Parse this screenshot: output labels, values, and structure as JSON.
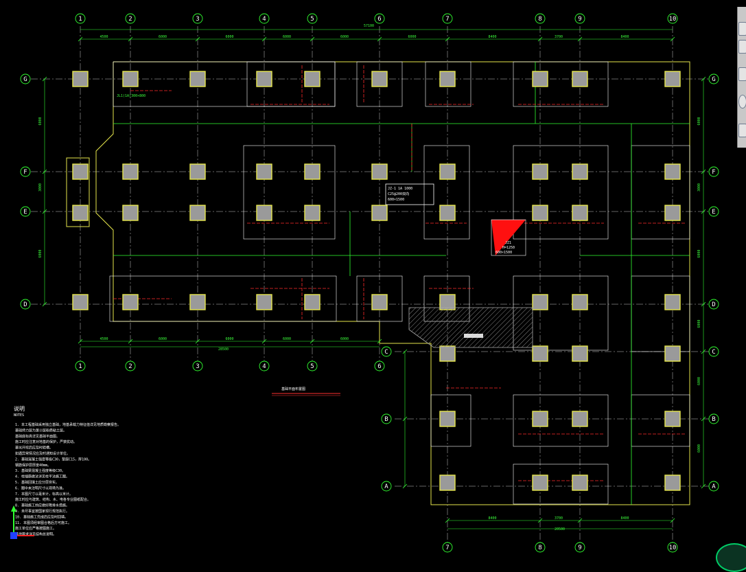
{
  "drawing": {
    "title_text": "基础平面布置图",
    "notes_heading": "说明",
    "notes_sub": "NOTES",
    "notes": [
      "1. 本工程基础采用独立基础，地基承载力特征值详见地质勘察报告。",
      "   基础持力层为第②层粉质粘土层。",
      "   基础底标高详见基础平面图。",
      "   施工时应注意对地基的保护，严禁扰动。",
      "   基坑开挖后应及时验槽。",
      "   如遇异常情况应及时通知设计单位。",
      "2. 基础混凝土强度等级C30，垫层C15，厚100。",
      "   钢筋保护层厚度40mm。",
      "3. 基础梁混凝土强度等级C30。",
      "4. 柱插筋做法详见柱平法施工图。",
      "5. 基础回填土应分层夯实。",
      "6. 图中未注明尺寸以现场为准。",
      "7. 本图尺寸以毫米计，标高以米计。",
      "   施工时应与建筑、结构、水、电各专业图纸配合。",
      "8. 基础施工前应做好降排水措施。",
      "9. 未尽事宜按国家现行规范执行。",
      "10. 基础施工完成后应及时回填。",
      "11. 本图须经审图合格后方可施工。",
      "   施工单位应严格按图施工。",
      "   其他要求详见结构总说明。"
    ],
    "top_axes": [
      "1",
      "2",
      "3",
      "4",
      "5",
      "6",
      "7",
      "8",
      "9",
      "10"
    ],
    "left_axes": [
      "G",
      "F",
      "E",
      "D"
    ],
    "right_axes": [
      "G",
      "F",
      "E",
      "D",
      "C",
      "B",
      "A"
    ],
    "mid_axes": [
      "C",
      "B",
      "A"
    ],
    "bottom_axes_left": [
      "1",
      "2",
      "3",
      "4",
      "5",
      "6"
    ],
    "bottom_axes_right": [
      "7",
      "8",
      "9",
      "10"
    ],
    "overall_dim": "57100",
    "dims_top": [
      "4500",
      "6000",
      "6000",
      "6000",
      "6000",
      "6000",
      "8400",
      "3700",
      "8400"
    ],
    "dims_bottom": [
      "4500",
      "6000",
      "6000",
      "6000",
      "6000"
    ],
    "dims_bottom_right": [
      "8400",
      "3700",
      "8400"
    ],
    "bottom_total_left": "28500",
    "bottom_total_right": "20500",
    "left_dims": [
      "6000",
      "3000",
      "6000"
    ],
    "right_dims": [
      "6000",
      "3000",
      "6000",
      "6000",
      "6000",
      "6000"
    ],
    "beam_label": "JL1(1A)300×800",
    "callout": {
      "line1": "JZ-1 1A 1000",
      "line2": "C25@200双向",
      "line3": "600×1500"
    },
    "tag_label": "JZ1",
    "tag_detail": "H=1250",
    "tag_sub": "600×1500"
  },
  "ui": {
    "toolbar_buttons": [
      "layer-button",
      "properties-button",
      "zoom-button",
      "orbit-button",
      "view-button"
    ]
  }
}
